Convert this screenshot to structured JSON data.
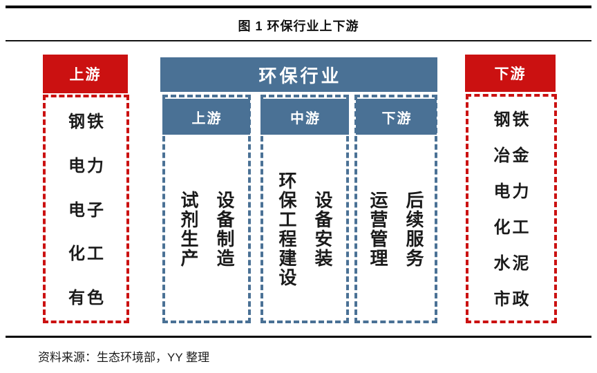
{
  "figure": {
    "title": "图 1 环保行业上下游",
    "source": "资料来源：生态环境部，YY 整理"
  },
  "colors": {
    "red": "#cb1111",
    "blue": "#4a7195",
    "text": "#1b1b1b"
  },
  "upstream_panel": {
    "header": "上游",
    "items": [
      "钢铁",
      "电力",
      "电子",
      "化工",
      "有色"
    ]
  },
  "industry_panel": {
    "header": "环保行业",
    "segments": [
      {
        "label": "上游",
        "activities": [
          "试剂生产",
          "设备制造"
        ]
      },
      {
        "label": "中游",
        "activities": [
          "环保工程建设",
          "设备安装"
        ]
      },
      {
        "label": "下游",
        "activities": [
          "运营管理",
          "后续服务"
        ]
      }
    ]
  },
  "downstream_panel": {
    "header": "下游",
    "items": [
      "钢铁",
      "冶金",
      "电力",
      "化工",
      "水泥",
      "市政"
    ]
  }
}
